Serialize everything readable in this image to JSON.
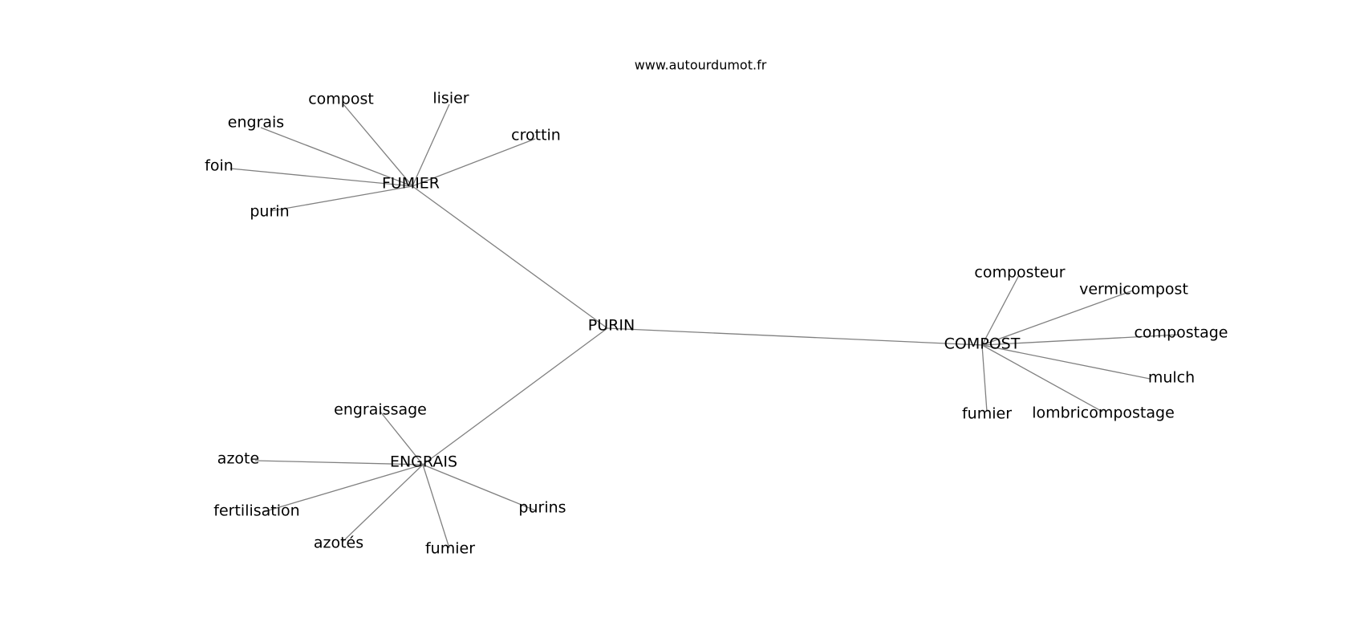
{
  "site": "www.autourdumot.fr",
  "center": "PURIN",
  "nodes": [
    {
      "id": "PURIN",
      "label": "PURIN"
    },
    {
      "id": "FUMIER",
      "label": "FUMIER"
    },
    {
      "id": "ENGRAIS",
      "label": "ENGRAIS"
    },
    {
      "id": "COMPOST",
      "label": "COMPOST"
    },
    {
      "id": "fumier-compost",
      "label": "compost"
    },
    {
      "id": "fumier-lisier",
      "label": "lisier"
    },
    {
      "id": "fumier-engrais",
      "label": "engrais"
    },
    {
      "id": "fumier-crottin",
      "label": "crottin"
    },
    {
      "id": "fumier-foin",
      "label": "foin"
    },
    {
      "id": "fumier-purin",
      "label": "purin"
    },
    {
      "id": "engrais-engraissage",
      "label": "engraissage"
    },
    {
      "id": "engrais-azote",
      "label": "azote"
    },
    {
      "id": "engrais-fertilisation",
      "label": "fertilisation"
    },
    {
      "id": "engrais-azotes",
      "label": "azotés"
    },
    {
      "id": "engrais-fumier",
      "label": "fumier"
    },
    {
      "id": "engrais-purins",
      "label": "purins"
    },
    {
      "id": "compost-composteur",
      "label": "composteur"
    },
    {
      "id": "compost-vermicompost",
      "label": "vermicompost"
    },
    {
      "id": "compost-compostage",
      "label": "compostage"
    },
    {
      "id": "compost-mulch",
      "label": "mulch"
    },
    {
      "id": "compost-fumier",
      "label": "fumier"
    },
    {
      "id": "compost-lombricompostage",
      "label": "lombricompostage"
    }
  ],
  "edges": [
    [
      "PURIN",
      "FUMIER"
    ],
    [
      "PURIN",
      "ENGRAIS"
    ],
    [
      "PURIN",
      "COMPOST"
    ],
    [
      "FUMIER",
      "fumier-compost"
    ],
    [
      "FUMIER",
      "fumier-lisier"
    ],
    [
      "FUMIER",
      "fumier-engrais"
    ],
    [
      "FUMIER",
      "fumier-crottin"
    ],
    [
      "FUMIER",
      "fumier-foin"
    ],
    [
      "FUMIER",
      "fumier-purin"
    ],
    [
      "ENGRAIS",
      "engrais-engraissage"
    ],
    [
      "ENGRAIS",
      "engrais-azote"
    ],
    [
      "ENGRAIS",
      "engrais-fertilisation"
    ],
    [
      "ENGRAIS",
      "engrais-azotes"
    ],
    [
      "ENGRAIS",
      "engrais-fumier"
    ],
    [
      "ENGRAIS",
      "engrais-purins"
    ],
    [
      "COMPOST",
      "compost-composteur"
    ],
    [
      "COMPOST",
      "compost-vermicompost"
    ],
    [
      "COMPOST",
      "compost-compostage"
    ],
    [
      "COMPOST",
      "compost-mulch"
    ],
    [
      "COMPOST",
      "compost-fumier"
    ],
    [
      "COMPOST",
      "compost-lombricompostage"
    ]
  ],
  "colors": {
    "edge": "#808080",
    "text": "#000000",
    "background": "#ffffff"
  }
}
